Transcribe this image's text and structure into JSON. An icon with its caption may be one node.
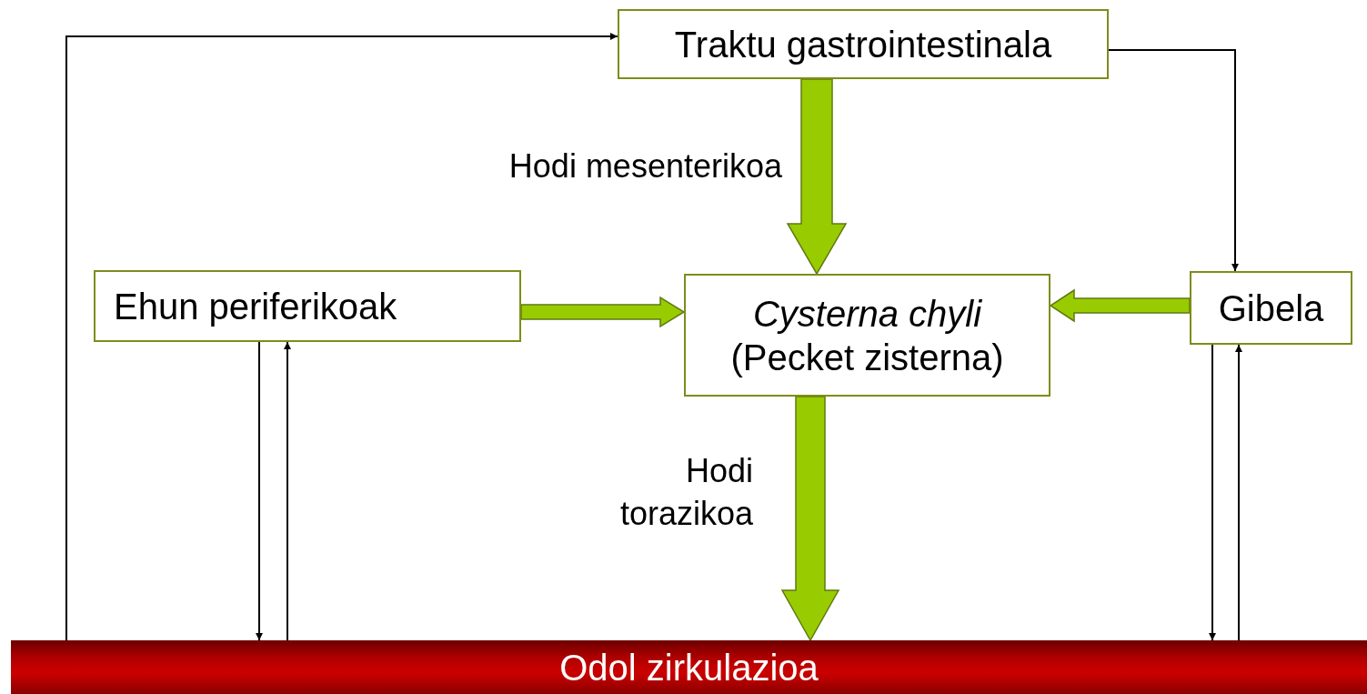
{
  "diagram": {
    "nodes": [
      {
        "text": [
          "Traktu gastrointestinala"
        ]
      },
      {
        "text": [
          "Ehun periferikoak"
        ]
      },
      {
        "text": [
          "*Cysterna chyli* (Pecket zisterna)"
        ]
      },
      {
        "text": [
          "Gibela"
        ]
      },
      {
        "text": [
          "Odol zirkulazioa"
        ]
      }
    ],
    "edges": [
      {
        "from": 4,
        "to": 0,
        "arrow": "to"
      },
      {
        "from": 0,
        "to": 3,
        "arrow": "to"
      },
      {
        "from": 0,
        "to": 2,
        "arrow": "to",
        "label": "Hodi mesenterikoa",
        "style": "thick",
        "color": "#99cc00"
      },
      {
        "from": 1,
        "to": 2,
        "arrow": "to",
        "style": "thick",
        "color": "#99cc00"
      },
      {
        "from": 3,
        "to": 2,
        "arrow": "to",
        "style": "thick",
        "color": "#99cc00"
      },
      {
        "from": 2,
        "to": 4,
        "arrow": "to",
        "label": "Hodi torazikoa",
        "style": "thick",
        "color": "#99cc00"
      },
      {
        "from": 1,
        "to": 4,
        "arrow": "to"
      },
      {
        "from": 4,
        "to": 1,
        "arrow": "to"
      },
      {
        "from": 3,
        "to": 4,
        "arrow": "to"
      },
      {
        "from": 4,
        "to": 3,
        "arrow": "to"
      }
    ]
  }
}
